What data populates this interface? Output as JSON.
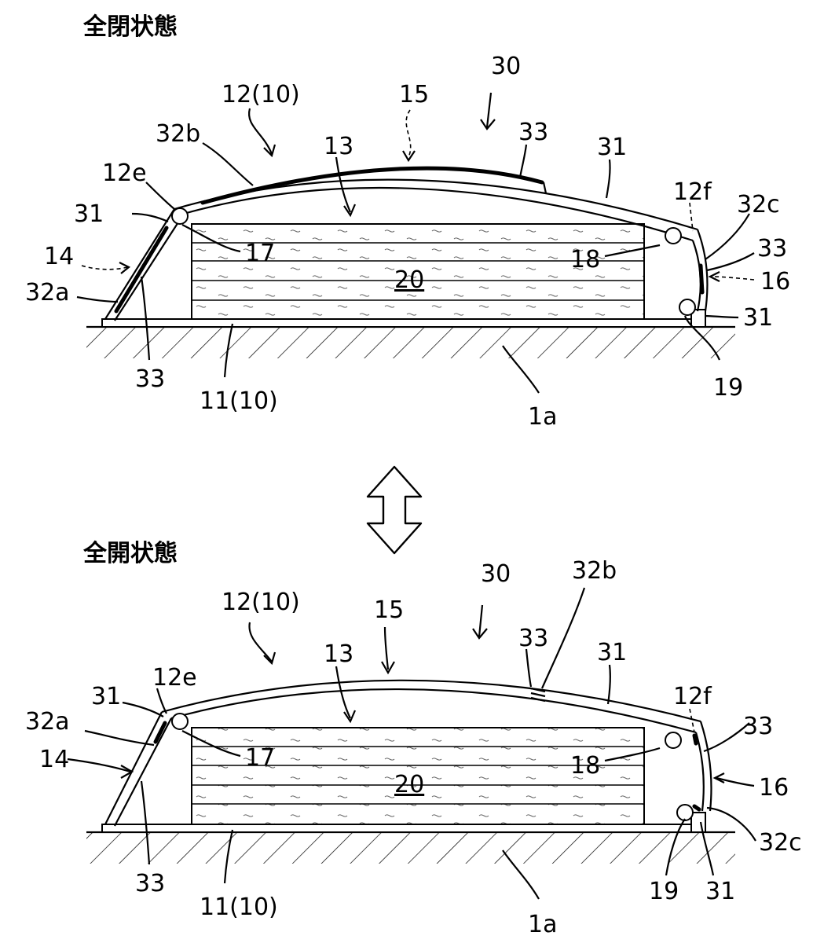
{
  "top_panel": {
    "title": "全閉状態",
    "labels": {
      "l30": "30",
      "l15": "15",
      "l12": "12(10)",
      "l32b": "32b",
      "l33a": "33",
      "l31a": "31",
      "l13": "13",
      "l12e": "12e",
      "l31b": "31",
      "l12f": "12f",
      "l32c": "32c",
      "l14": "14",
      "l17": "17",
      "l18": "18",
      "l33b": "33",
      "l16": "16",
      "l32a": "32a",
      "l20": "20",
      "l31c": "31",
      "l33c": "33",
      "l19": "19",
      "l11": "11(10)",
      "l1a": "1a"
    }
  },
  "bottom_panel": {
    "title": "全開状態",
    "labels": {
      "l30": "30",
      "l32b": "32b",
      "l12": "12(10)",
      "l15": "15",
      "l33a": "33",
      "l31a": "31",
      "l13": "13",
      "l12e": "12e",
      "l12f": "12f",
      "l31b": "31",
      "l33b": "33",
      "l32a": "32a",
      "l17": "17",
      "l18": "18",
      "l14": "14",
      "l16": "16",
      "l20": "20",
      "l32c": "32c",
      "l33c": "33",
      "l19": "19",
      "l31c": "31",
      "l11": "11(10)",
      "l1a": "1a"
    }
  }
}
